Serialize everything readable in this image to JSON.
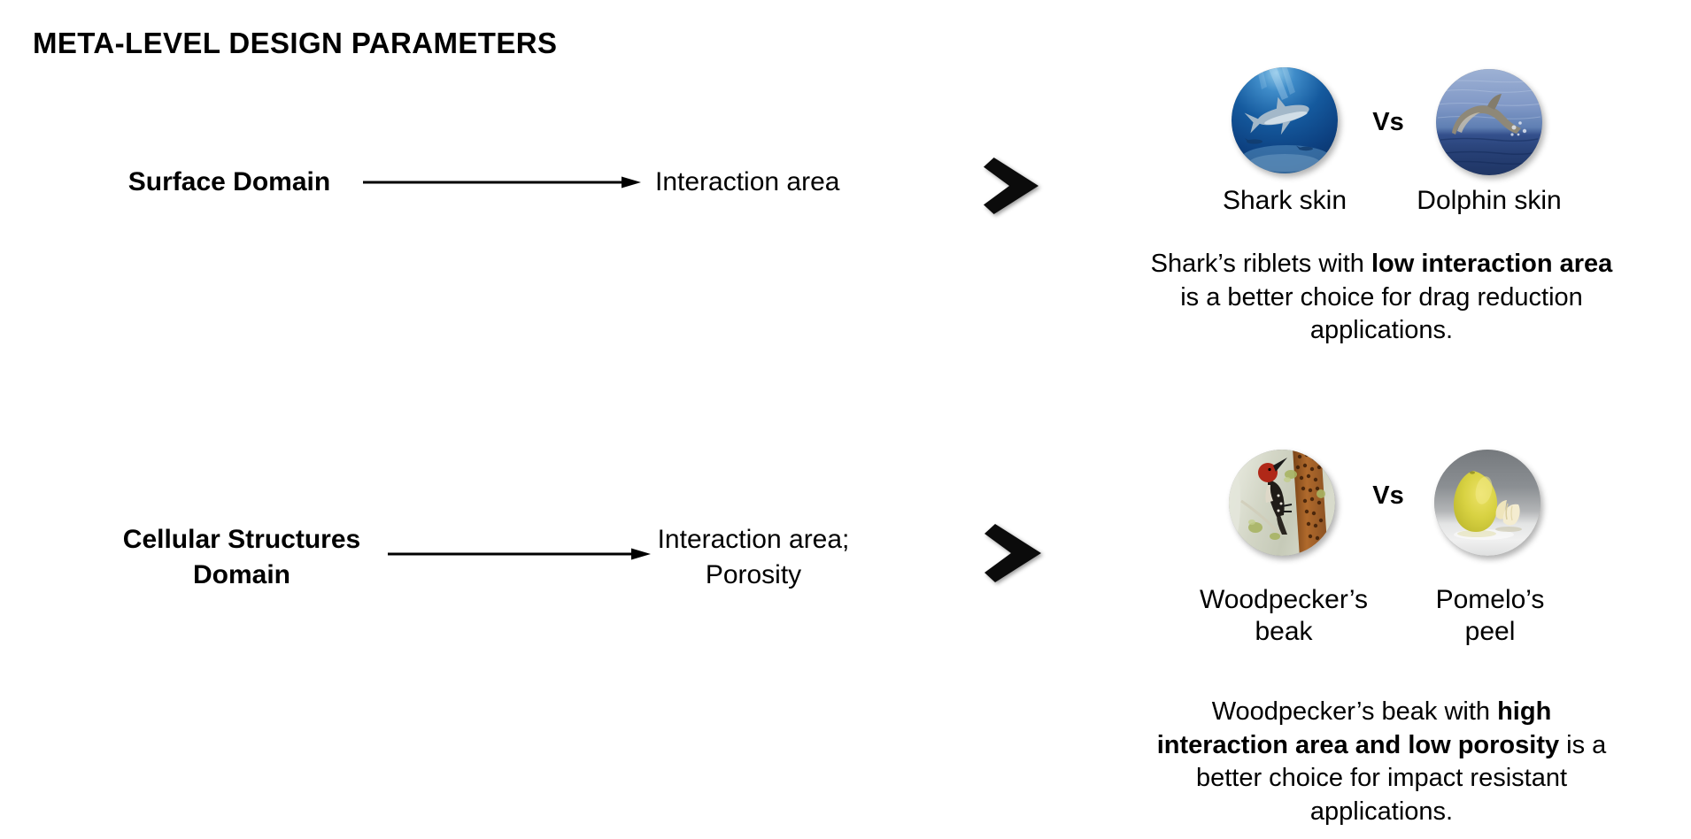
{
  "title": "META-LEVEL DESIGN PARAMETERS",
  "colors": {
    "text": "#000000",
    "background": "#ffffff",
    "chevron": "#0b0b0b"
  },
  "rows": [
    {
      "domain_label": "Surface Domain",
      "design_parameter": "Interaction area",
      "vs_label": "Vs",
      "left": {
        "label": "Shark skin",
        "image": "shark-swimming-underwater-photo"
      },
      "right": {
        "label": "Dolphin skin",
        "image": "dolphin-leaping-from-ocean-photo"
      },
      "caption": {
        "pre": "Shark’s riblets with ",
        "bold": "low interaction area",
        "post": " is a better choice for drag reduction applications."
      }
    },
    {
      "domain_label": "Cellular Structures Domain",
      "design_parameter": "Interaction area; Porosity",
      "vs_label": "Vs",
      "left": {
        "label": "Woodpecker’s beak",
        "image": "woodpecker-on-tree-trunk-photo"
      },
      "right": {
        "label": "Pomelo’s peel",
        "image": "pomelo-fruit-with-peeled-segments-photo"
      },
      "caption": {
        "pre": "Woodpecker’s beak with ",
        "bold": "high interaction area and low porosity",
        "post": " is a better choice for impact resistant applications."
      }
    }
  ]
}
